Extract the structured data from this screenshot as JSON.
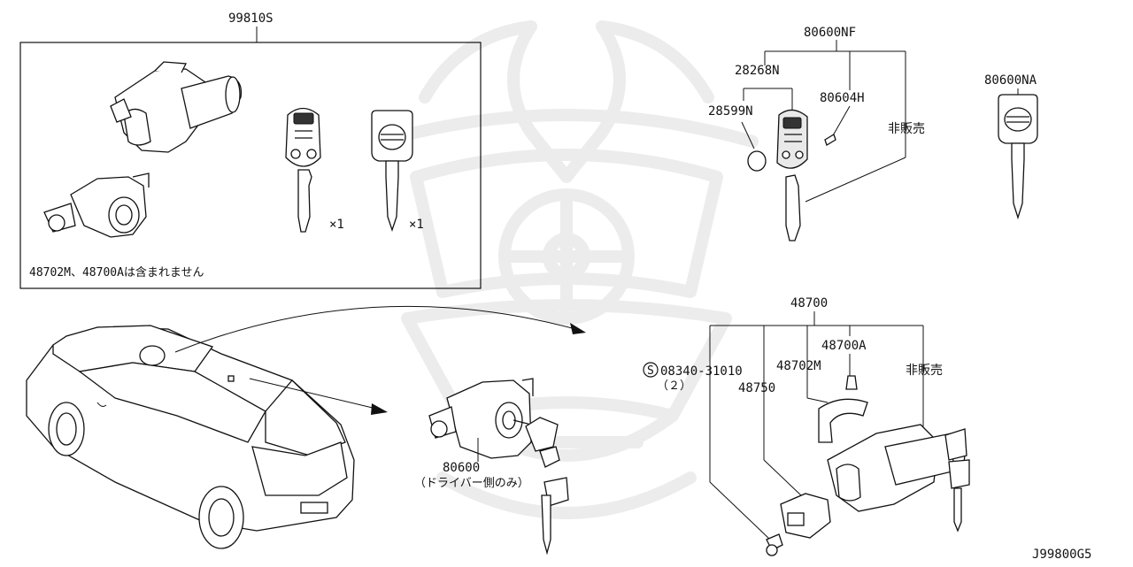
{
  "labels": {
    "kit_part": "99810S",
    "kit_note": "48702M、48700Aは含まれません",
    "qty_key_remote": "×1",
    "qty_key_blank": "×1",
    "remote_assy": "80600NF",
    "battery_holder": "28268N",
    "battery": "28599N",
    "emblem": "80604H",
    "not_sold_1": "非販売",
    "key_blank": "80600NA",
    "door_lock": "80600",
    "door_lock_note": "（ドライバー側のみ）",
    "ignition_assy": "48700",
    "ignition_cylinder": "48700A",
    "ring_illumination": "48702M",
    "screw_symbol": "S",
    "screw_part": "08340-31010",
    "screw_qty": "（２）",
    "key_switch": "48750",
    "not_sold_2": "非販売",
    "diagram_code": "J99800G5"
  }
}
